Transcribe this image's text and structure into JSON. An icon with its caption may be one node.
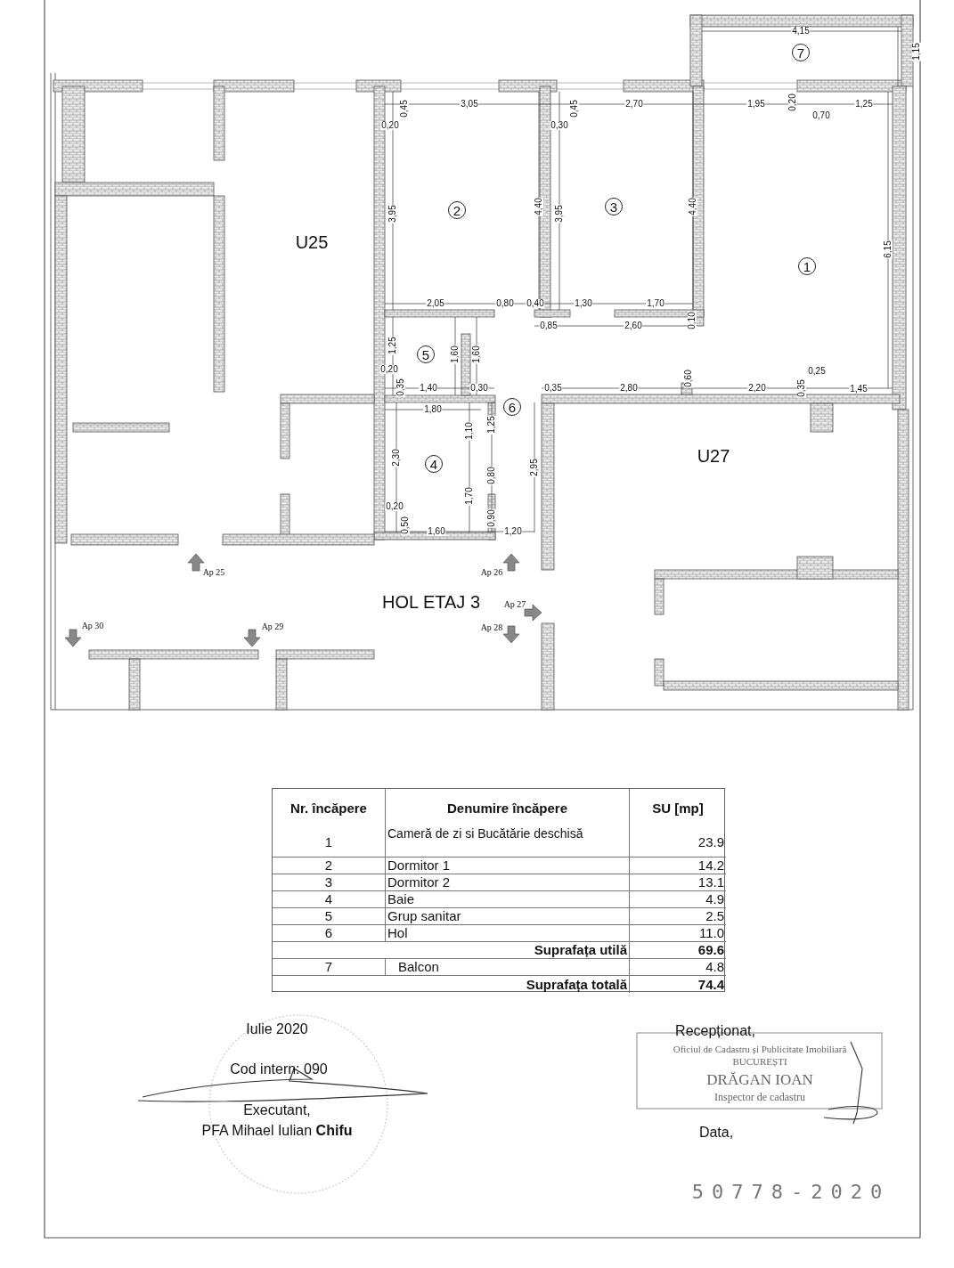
{
  "diagram": {
    "nodes": [
      {
        "text": [
          "7"
        ]
      },
      {
        "text": [
          "2"
        ]
      },
      {
        "text": [
          "3"
        ]
      },
      {
        "text": [
          "1"
        ]
      },
      {
        "text": [
          "5"
        ]
      },
      {
        "text": [
          "6"
        ]
      },
      {
        "text": [
          "4"
        ]
      }
    ],
    "labels": [
      "4,15",
      "1,15",
      "0,45",
      "3,05",
      "0,45",
      "2,70",
      "1,95",
      "0,20",
      "1,25",
      "0,20",
      "0,30",
      "0,70",
      "3,95",
      "4,40",
      "3,95",
      "4,40",
      "6,15",
      "2,05",
      "0,80",
      "0,40",
      "1,30",
      "1,70",
      "0,85",
      "2,60",
      "0,10",
      "1,25",
      "1,60",
      "1,60",
      "0,20",
      "0,35",
      "1,40",
      "0,30",
      "0,35",
      "2,80",
      "0,60",
      "2,20",
      "0,35",
      "0,25",
      "1,45",
      "1,80",
      "1,10",
      "1,25",
      "2,30",
      "2,95",
      "0,80",
      "1,70",
      "0,20",
      "0,90",
      "0,50",
      "1,60",
      "1,20",
      "U25",
      "U27",
      "Ap 25",
      "Ap 26",
      "HOL ETAJ 3",
      "Ap 27",
      "Ap 30",
      "Ap 29",
      "Ap 28",
      "Nr. încăpere",
      "Denumire încăpere",
      "SU [mp]",
      "1",
      "Cameră de zi si Bucătărie deschisă",
      "23.9",
      "2",
      "Dormitor 1",
      "14.2",
      "3",
      "Dormitor 2",
      "13.1",
      "4",
      "Baie",
      "4.9",
      "5",
      "Grup sanitar",
      "2.5",
      "6",
      "Hol",
      "11.0",
      "Suprafața utilă",
      "69.6",
      "7",
      "Balcon",
      "4.8",
      "Suprafața totală",
      "74.4",
      "Iulie 2020",
      "Cod intern: 090",
      "Executant,",
      "PFA Mihael Iulian **Chifu**",
      "Recepționat,",
      "Oficiul de Cadastru și Publicitate Imobiliară",
      "BUCUREȘTI",
      "DRĂGAN IOAN",
      "Inspector de cadastru",
      "Data,",
      "50778-2020"
    ]
  }
}
